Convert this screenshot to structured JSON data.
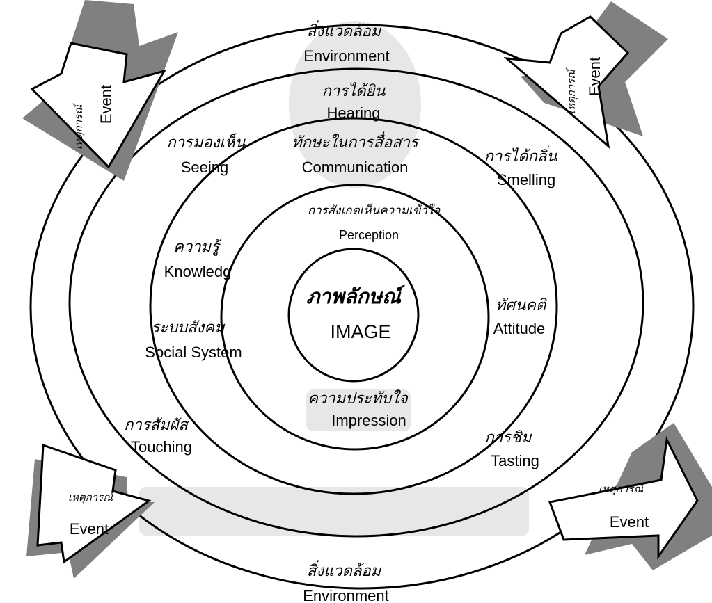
{
  "diagram": {
    "center": {
      "thai": "ภาพลักษณ์",
      "english": "IMAGE"
    },
    "ring1": {
      "top": {
        "thai": "การสังเกตเห็นความเข้าใจ",
        "english": "Perception"
      },
      "bottom": {
        "thai": "ความประทับใจ",
        "english": "Impression"
      }
    },
    "ring2": {
      "top": {
        "thai": "ทักษะในการสื่อสาร",
        "english": "Communication"
      },
      "left": {
        "thai": "ความรู้",
        "english": "Knowledg"
      },
      "social": {
        "thai": "ระบบสังคม",
        "english": "Social System"
      },
      "right": {
        "thai": "ทัศนคติ",
        "english": "Attitude"
      }
    },
    "ring3": {
      "hearing": {
        "thai": "การได้ยิน",
        "english": "Hearing"
      },
      "seeing": {
        "thai": "การมองเห็น",
        "english": "Seeing"
      },
      "smelling": {
        "thai": "การได้กลิ่น",
        "english": "Smelling"
      },
      "touching": {
        "thai": "การสัมผัส",
        "english": "Touching"
      },
      "tasting": {
        "thai": "การชิม",
        "english": "Tasting"
      }
    },
    "outer": {
      "top": {
        "thai": "สิ่งแวดล้อม",
        "english": "Environment"
      },
      "bottom": {
        "thai": "สิ่งแวดล้อม",
        "english": "Environment"
      }
    },
    "events": {
      "top_left": {
        "thai": "เหตุการณ์",
        "english": "Event"
      },
      "top_right": {
        "thai": "เหตุการณ์",
        "english": "Event"
      },
      "bottom_left": {
        "thai": "เหตุการณ์",
        "english": "Event"
      },
      "bottom_right": {
        "thai": "เหตุการณ์",
        "english": "Event"
      }
    }
  }
}
